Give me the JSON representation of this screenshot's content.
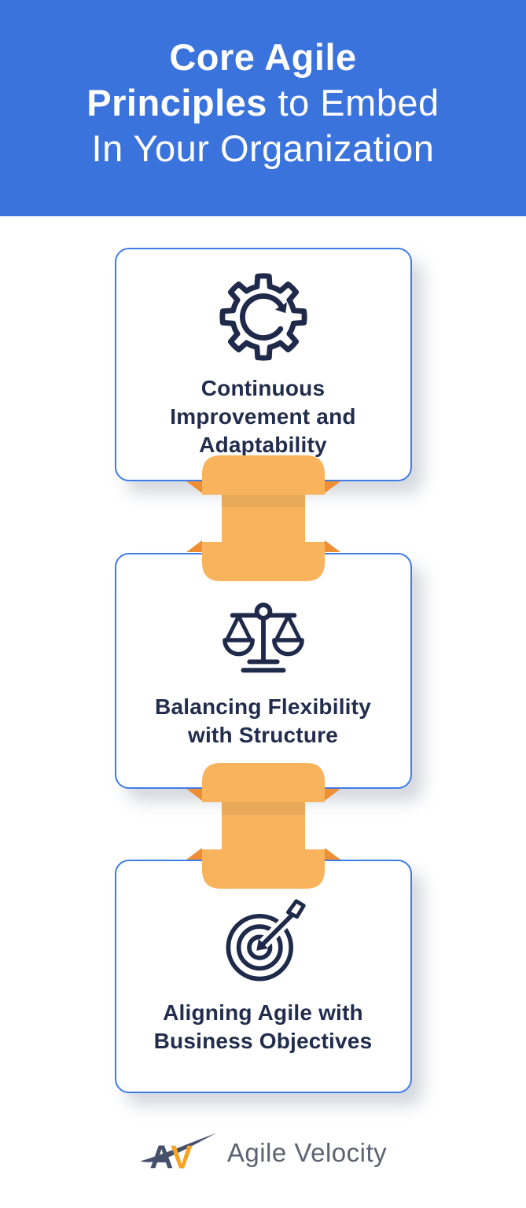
{
  "header": {
    "background_color": "#3b73dd",
    "text_color": "#ffffff",
    "line1_bold": "Core Agile",
    "line2_bold": "Principles",
    "line2_regular": " to Embed",
    "line3_regular": "In Your Organization"
  },
  "cards": [
    {
      "icon": "gear-refresh-icon",
      "title": "Continuous\nImprovement and\nAdaptability"
    },
    {
      "icon": "balance-scale-icon",
      "title": "Balancing Flexibility\nwith Structure"
    },
    {
      "icon": "target-arrow-icon",
      "title": "Aligning Agile with\nBusiness Objectives"
    }
  ],
  "card_style": {
    "border_color": "#3f7ce8",
    "title_color": "#222d4d",
    "icon_color": "#1f2a4a",
    "shadow_color": "#8a93a8"
  },
  "connector": {
    "fill_color": "#f9b35c",
    "fold_color": "#ef8f35"
  },
  "footer": {
    "monogram_a": "A",
    "monogram_v": "V",
    "monogram_a_color": "#47506b",
    "monogram_v_color": "#f5a427",
    "logo_text": "Agile Velocity",
    "logo_text_color": "#5d6373"
  }
}
